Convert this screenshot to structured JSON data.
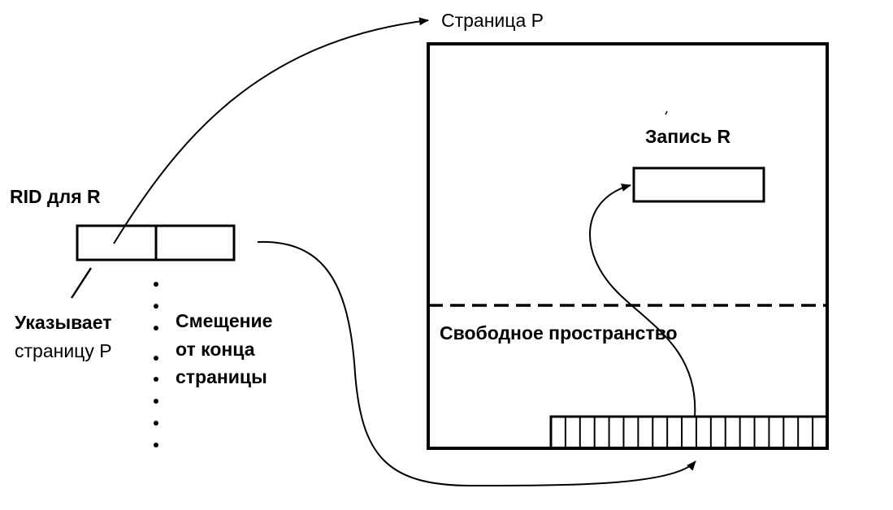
{
  "labels": {
    "page_title": "Страница P",
    "record_title": "Запись R",
    "rid_title": "RID для R",
    "pointer_note_line1": "Указывает",
    "pointer_note_line2": "страницу P",
    "offset_note_line1": "Смещение",
    "offset_note_line2": "от конца",
    "offset_note_line3": "страницы",
    "free_space": "Свободное пространство"
  },
  "colors": {
    "ink": "#000000",
    "background": "#ffffff"
  },
  "slot_array": {
    "slot_count": 19
  }
}
